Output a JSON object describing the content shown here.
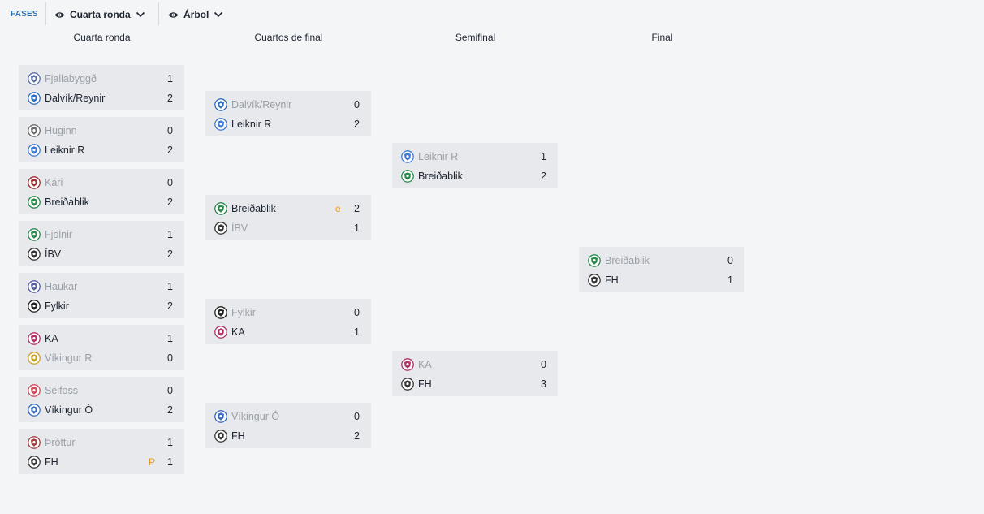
{
  "toolbar": {
    "phases_label": "FASES",
    "round_select": "Cuarta ronda",
    "view_select": "Árbol"
  },
  "columns": [
    "Cuarta ronda",
    "Cuartos de final",
    "Semifinal",
    "Final"
  ],
  "rounds": [
    [
      {
        "home": {
          "name": "Fjallabyggð",
          "score": "1",
          "winner": false,
          "color": "#5a6fa8"
        },
        "away": {
          "name": "Dalvík/Reynir",
          "score": "2",
          "winner": true,
          "color": "#2f6fc0"
        }
      },
      {
        "home": {
          "name": "Huginn",
          "score": "0",
          "winner": false,
          "color": "#6b6b6b"
        },
        "away": {
          "name": "Leiknir R",
          "score": "2",
          "winner": true,
          "color": "#3d7bd0"
        }
      },
      {
        "home": {
          "name": "Kári",
          "score": "0",
          "winner": false,
          "color": "#9a3030"
        },
        "away": {
          "name": "Breiðablik",
          "score": "2",
          "winner": true,
          "color": "#2a8a4a"
        }
      },
      {
        "home": {
          "name": "Fjölnir",
          "score": "1",
          "winner": false,
          "color": "#2f8a50"
        },
        "away": {
          "name": "ÍBV",
          "score": "2",
          "winner": true,
          "color": "#333333"
        }
      },
      {
        "home": {
          "name": "Haukar",
          "score": "1",
          "winner": false,
          "color": "#5560a0"
        },
        "away": {
          "name": "Fylkir",
          "score": "2",
          "winner": true,
          "color": "#222222"
        }
      },
      {
        "home": {
          "name": "KA",
          "score": "1",
          "winner": true,
          "color": "#b0306a"
        },
        "away": {
          "name": "Víkingur R",
          "score": "0",
          "winner": false,
          "color": "#c9a020"
        }
      },
      {
        "home": {
          "name": "Selfoss",
          "score": "0",
          "winner": false,
          "color": "#d04a5a"
        },
        "away": {
          "name": "Víkingur Ó",
          "score": "2",
          "winner": true,
          "color": "#3a6cc0"
        }
      },
      {
        "home": {
          "name": "Þróttur",
          "score": "1",
          "winner": false,
          "color": "#a04040"
        },
        "away": {
          "name": "FH",
          "score": "1",
          "winner": true,
          "color": "#333333",
          "note": "P"
        }
      }
    ],
    [
      {
        "home": {
          "name": "Dalvík/Reynir",
          "score": "0",
          "winner": false,
          "color": "#2f6fc0"
        },
        "away": {
          "name": "Leiknir R",
          "score": "2",
          "winner": true,
          "color": "#3d7bd0"
        }
      },
      {
        "home": {
          "name": "Breiðablik",
          "score": "2",
          "winner": true,
          "color": "#2a8a4a",
          "note": "e"
        },
        "away": {
          "name": "ÍBV",
          "score": "1",
          "winner": false,
          "color": "#333333"
        }
      },
      {
        "home": {
          "name": "Fylkir",
          "score": "0",
          "winner": false,
          "color": "#222222"
        },
        "away": {
          "name": "KA",
          "score": "1",
          "winner": true,
          "color": "#b0306a"
        }
      },
      {
        "home": {
          "name": "Víkingur Ó",
          "score": "0",
          "winner": false,
          "color": "#3a6cc0"
        },
        "away": {
          "name": "FH",
          "score": "2",
          "winner": true,
          "color": "#333333"
        }
      }
    ],
    [
      {
        "home": {
          "name": "Leiknir R",
          "score": "1",
          "winner": false,
          "color": "#3d7bd0"
        },
        "away": {
          "name": "Breiðablik",
          "score": "2",
          "winner": true,
          "color": "#2a8a4a"
        }
      },
      {
        "home": {
          "name": "KA",
          "score": "0",
          "winner": false,
          "color": "#b0306a"
        },
        "away": {
          "name": "FH",
          "score": "3",
          "winner": true,
          "color": "#333333"
        }
      }
    ],
    [
      {
        "home": {
          "name": "Breiðablik",
          "score": "0",
          "winner": false,
          "color": "#2a8a4a"
        },
        "away": {
          "name": "FH",
          "score": "1",
          "winner": true,
          "color": "#333333"
        }
      }
    ]
  ]
}
